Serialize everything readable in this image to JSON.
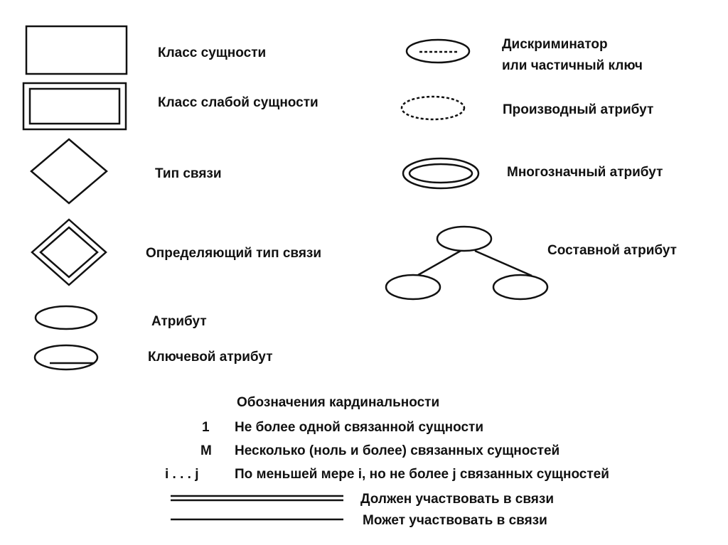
{
  "legend": {
    "entity": "Класс сущности",
    "weak_entity": "Класс слабой сущности",
    "relationship": "Тип связи",
    "identifying_relationship": "Определяющий тип связи",
    "attribute": "Атрибут",
    "key_attribute": "Ключевой атрибут",
    "discriminator_line1": "Дискриминатор",
    "discriminator_line2": "или частичный ключ",
    "derived_attribute": "Производный атрибут",
    "multivalued_attribute": "Многозначный атрибут",
    "composite_attribute": "Составной атрибут"
  },
  "cardinality": {
    "title": "Обозначения кардинальности",
    "rows": [
      {
        "symbol": "1",
        "text": "Не более одной связанной сущности"
      },
      {
        "symbol": "M",
        "text": "Несколько (ноль и более) связанных сущностей"
      },
      {
        "symbol": "i . . . j",
        "text": "По меньшей мере i, но не более j связанных сущностей"
      }
    ],
    "must_participate": "Должен участвовать в связи",
    "may_participate": "Может участвовать в связи"
  }
}
